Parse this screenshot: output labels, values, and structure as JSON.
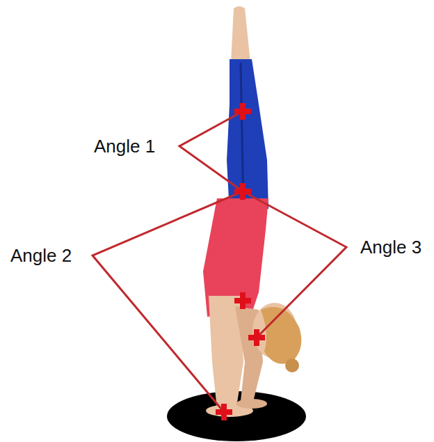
{
  "diagram": {
    "labels": [
      "Angle 1",
      "Angle 2",
      "Angle 3"
    ]
  }
}
